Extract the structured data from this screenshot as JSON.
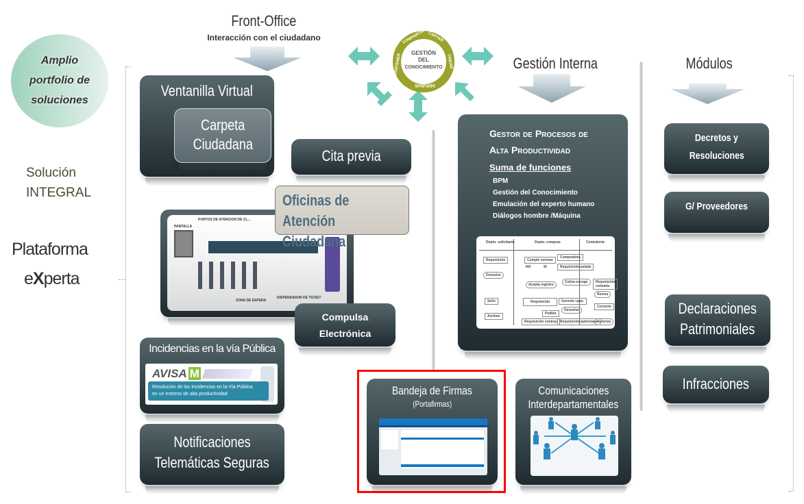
{
  "left": {
    "circle": [
      "Amplio",
      "portfolio de",
      "soluciones"
    ],
    "solucion": [
      "Solución",
      "INTEGRAL"
    ],
    "plataforma": "Plataforma",
    "experta_e": "e",
    "experta_x": "X",
    "experta_rest": "perta"
  },
  "front": {
    "title": "Front-Office",
    "subtitle": "Interacción con el ciudadano"
  },
  "knowledge": {
    "center": [
      "GESTIÓN",
      "DEL",
      "CONOCIMIENTO"
    ],
    "ring": [
      "COMPARTIR",
      "CAPTAR",
      "CREAR",
      "DEPURAR",
      "MANTENER"
    ],
    "ring_color": "#9aa32a",
    "arrow_color": "#6cc9b7"
  },
  "gestion_interna": {
    "title": "Gestión Interna"
  },
  "modulos_header": {
    "title": "Módulos"
  },
  "boxes": {
    "ventanilla": "Ventanilla Virtual",
    "carpeta": [
      "Carpeta",
      "Ciudadana"
    ],
    "cita": "Cita previa",
    "oficinas": [
      "Oficinas de Atención",
      "Ciudadana"
    ],
    "office_labels": {
      "top": "PUNTOS DE ATENCION DE CL...",
      "pantalla": "PANTALLA",
      "zona": "ZONA DE ESPERA",
      "ticket": "DISPENSADOR DE TICKET"
    },
    "compulsa": [
      "Compulsa",
      "Electrónica"
    ],
    "incidencias": "Incidencias en la vía Pública",
    "avisa": {
      "logo": "AVISA",
      "logo_m": "M",
      "text": [
        "Resolución de las Incidencias en la Vía Pública",
        "en un entorno de alta productividad"
      ]
    },
    "notificaciones": [
      "Notificaciones",
      "Telemáticas Seguras"
    ],
    "bandeja": {
      "title": "Bandeja de Firmas",
      "subtitle": "(Portafirmas)"
    },
    "comunicaciones": [
      "Comunicaciones",
      "Interdepartamentales"
    ],
    "gestor": {
      "title": [
        "Gestor  de Procesos de",
        "Alta Productividad"
      ],
      "subtitle": "Suma de funciones",
      "items": [
        "BPM",
        "Gestión del Conocimiento",
        "Emulación del experto humano",
        "Diálogos hombre /Máquina"
      ],
      "flow": {
        "cols": [
          "Depto. solicitante",
          "Depto. compras",
          "Contraloría"
        ],
        "nodes": [
          "Requisición",
          "Cumple normas",
          "Devuelve",
          "Compradora",
          "Requisición asiada",
          "Acepta registro",
          "Cotiza escoge",
          "Requisición cotizada",
          "Sello",
          "Requisición",
          "Revisa",
          "Gerente cpas.",
          "Archivo",
          "Devuelve",
          "Correcto",
          "Pedido",
          "Requisición contras",
          "Requisición autorizada",
          "Autoriza"
        ],
        "no": "NO",
        "si": "SI"
      }
    }
  },
  "modulos": {
    "decretos": [
      "Decretos y",
      "Resoluciones"
    ],
    "proveedores": "G/ Proveedores",
    "declaraciones": [
      "Declaraciones",
      "Patrimoniales"
    ],
    "infracciones": "Infracciones"
  },
  "highlight_color": "#ff0000"
}
